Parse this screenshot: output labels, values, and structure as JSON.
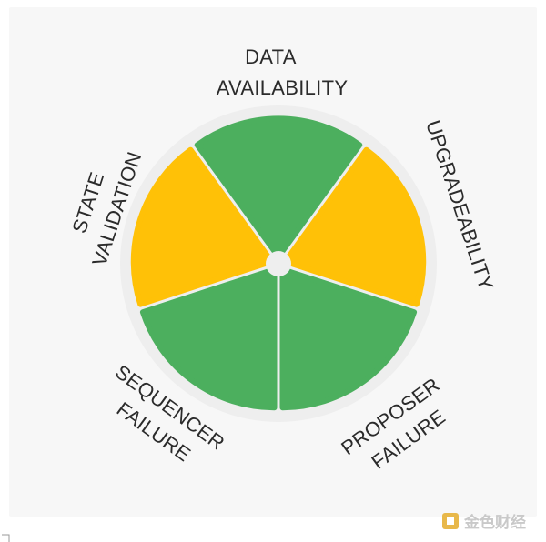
{
  "colors": {
    "green": "#4CAF5E",
    "yellow": "#FFC107",
    "ring": "#EEEEEE",
    "panel": "#F7F7F7",
    "text": "#2B2B2B"
  },
  "segments": [
    {
      "id": "data-availability",
      "label_lines": [
        "DATA",
        "AVAILABILITY"
      ],
      "color": "green"
    },
    {
      "id": "upgradeability",
      "label_lines": [
        "UPGRADEABILITY"
      ],
      "color": "yellow"
    },
    {
      "id": "proposer-failure",
      "label_lines": [
        "PROPOSER",
        "FAILURE"
      ],
      "color": "green"
    },
    {
      "id": "sequencer-failure",
      "label_lines": [
        "SEQUENCER",
        "FAILURE"
      ],
      "color": "green"
    },
    {
      "id": "state-validation",
      "label_lines": [
        "STATE",
        "VALIDATION"
      ],
      "color": "yellow"
    }
  ],
  "watermark": {
    "text": "金色财经",
    "icon": "golden-square-logo"
  }
}
